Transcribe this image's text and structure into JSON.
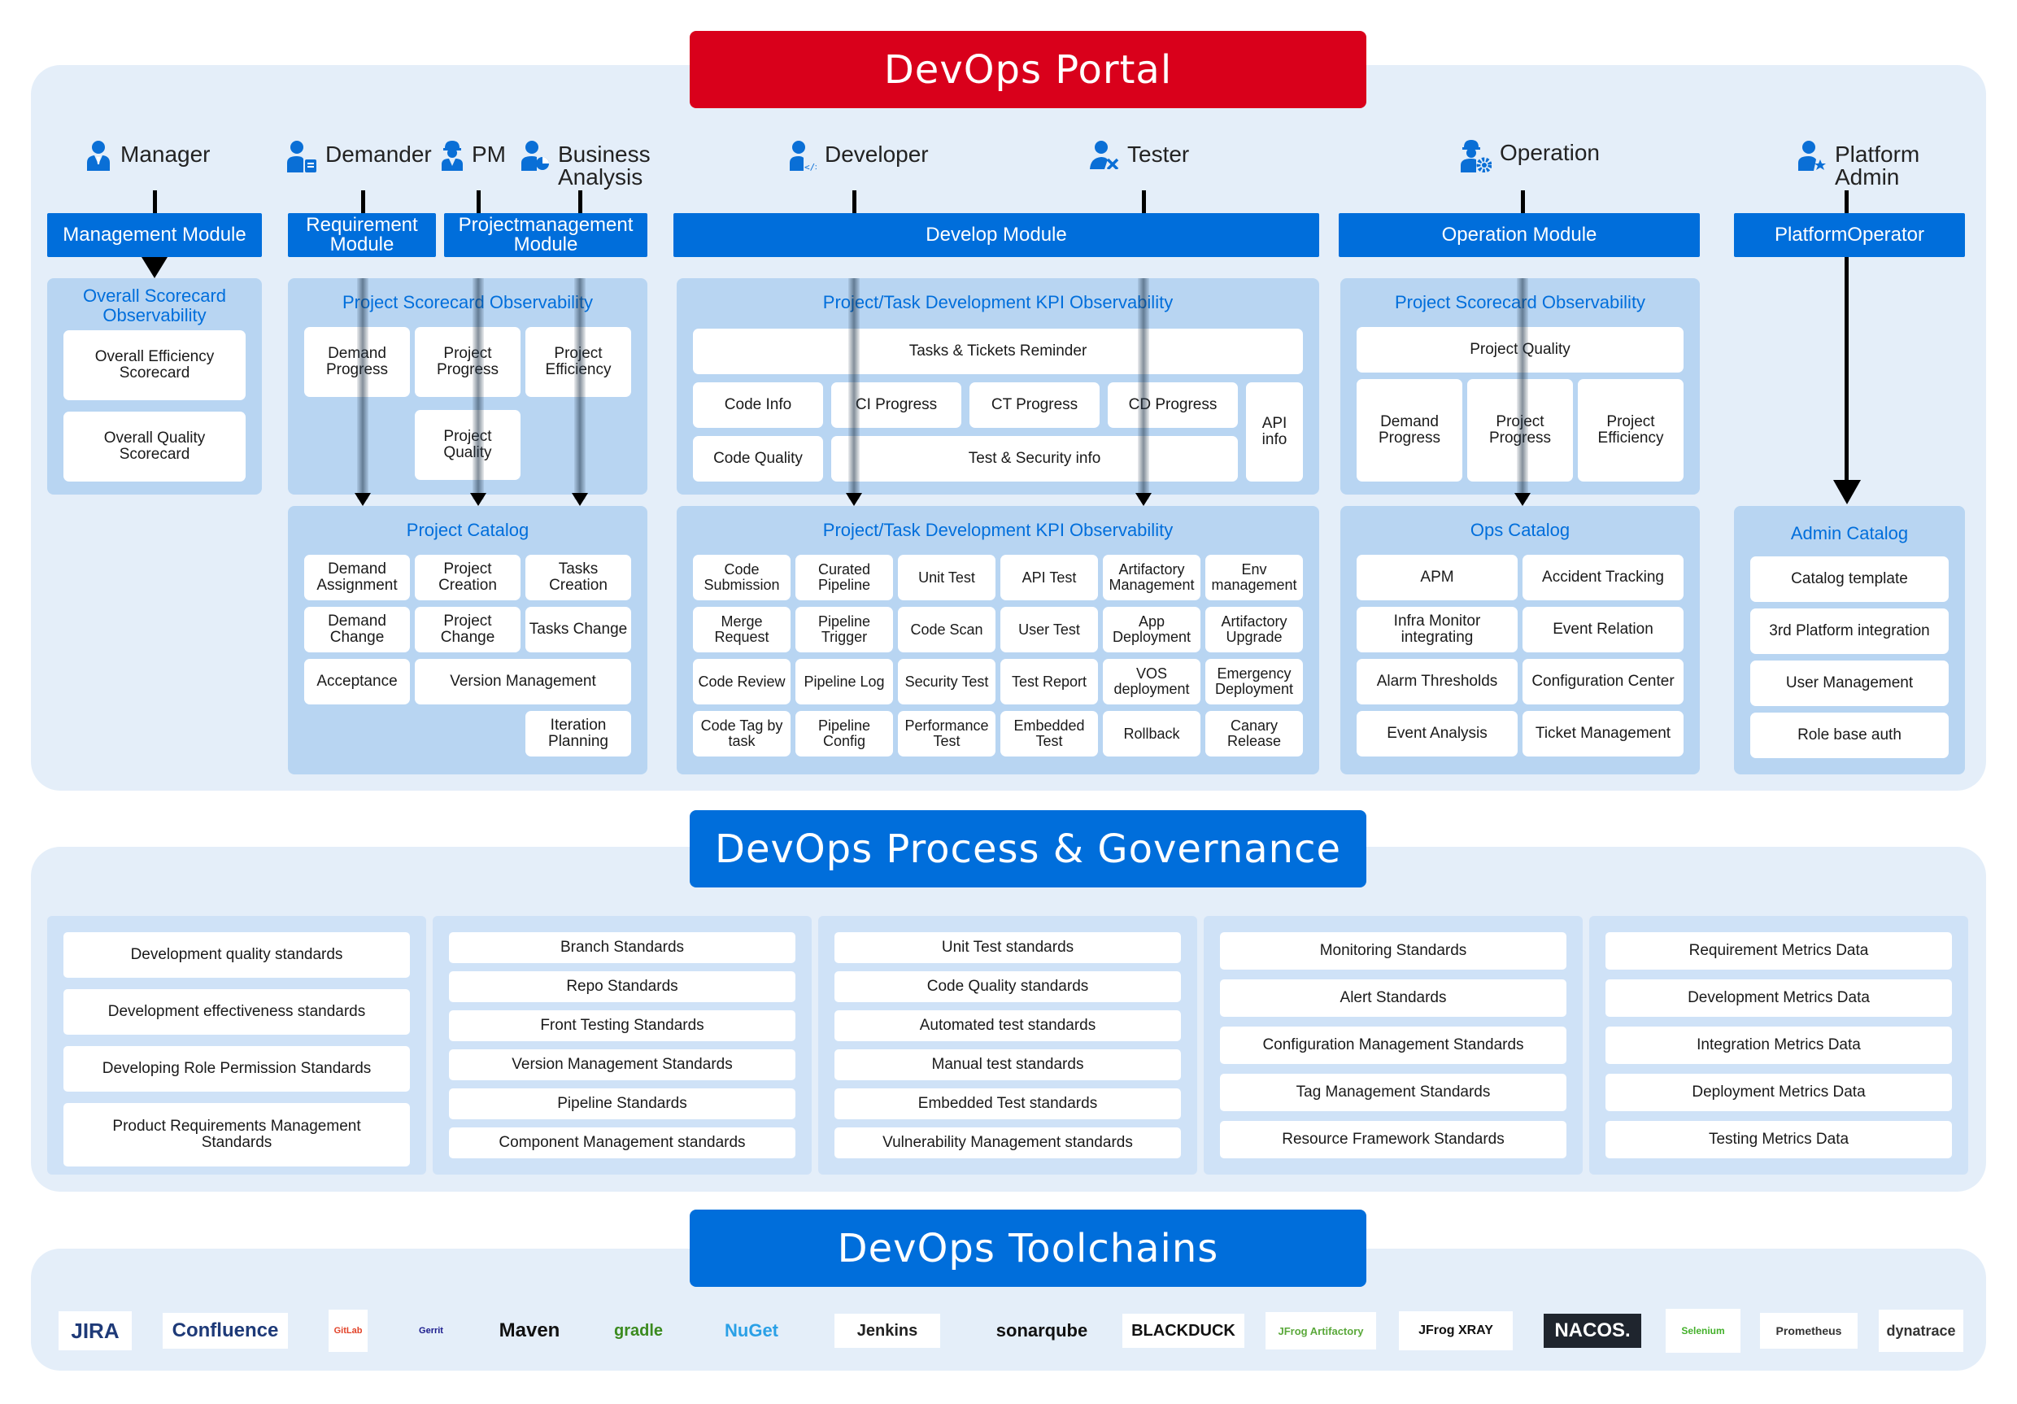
{
  "portal": {
    "title": "DevOps Portal",
    "roles": [
      {
        "id": "manager",
        "label": "Manager",
        "icon": "manager-icon"
      },
      {
        "id": "demander",
        "label": "Demander",
        "icon": "demander-icon"
      },
      {
        "id": "pm",
        "label": "PM",
        "icon": "pm-icon"
      },
      {
        "id": "business-analysis",
        "label": "Business Analysis",
        "icon": "business-analysis-icon"
      },
      {
        "id": "developer",
        "label": "Developer",
        "icon": "developer-icon"
      },
      {
        "id": "tester",
        "label": "Tester",
        "icon": "tester-icon"
      },
      {
        "id": "operation",
        "label": "Operation",
        "icon": "operation-icon"
      },
      {
        "id": "platform-admin",
        "label": "Platform Admin",
        "icon": "platform-admin-icon"
      }
    ],
    "modules": {
      "management": "Management Module",
      "requirement": "Requirement Module",
      "projectmanagement": "Projectmanagement Module",
      "develop": "Develop Module",
      "operation": "Operation Module",
      "platform": "PlatformOperator"
    },
    "overall_scorecard": {
      "title": "Overall Scorecard Observability",
      "items": [
        "Overall Efficiency Scorecard",
        "Overall Quality Scorecard"
      ]
    },
    "project_scorecard": {
      "title": "Project Scorecard Observability",
      "items": [
        "Demand Progress",
        "Project Progress",
        "Project Efficiency",
        "Project Quality"
      ]
    },
    "project_catalog": {
      "title": "Project Catalog",
      "items": [
        "Demand Assignment",
        "Project Creation",
        "Tasks Creation",
        "Demand Change",
        "Project Change",
        "Tasks Change",
        "Acceptance",
        "Version Management",
        "Iteration Planning"
      ]
    },
    "dev_kpi": {
      "title": "Project/Task Development KPI Observability",
      "reminder": "Tasks & Tickets Reminder",
      "items": [
        "Code Info",
        "CI Progress",
        "CT Progress",
        "CD Progress",
        "API info",
        "Code Quality",
        "Test & Security info"
      ]
    },
    "dev_catalog": {
      "title": "Project/Task Development KPI Observability",
      "rows": [
        [
          "Code Submission",
          "Curated Pipeline",
          "Unit Test",
          "API Test",
          "Artifactory Management",
          "Env management"
        ],
        [
          "Merge Request",
          "Pipeline Trigger",
          "Code Scan",
          "User Test",
          "App Deployment",
          "Artifactory Upgrade"
        ],
        [
          "Code Review",
          "Pipeline Log",
          "Security Test",
          "Test Report",
          "VOS deployment",
          "Emergency Deployment"
        ],
        [
          "Code Tag by task",
          "Pipeline Config",
          "Performance Test",
          "Embedded Test",
          "Rollback",
          "Canary Release"
        ]
      ]
    },
    "ops_scorecard": {
      "title": "Project Scorecard Observability",
      "top": "Project Quality",
      "items": [
        "Demand Progress",
        "Project Progress",
        "Project Efficiency"
      ]
    },
    "ops_catalog": {
      "title": "Ops Catalog",
      "items": [
        "APM",
        "Accident Tracking",
        "Infra Monitor integrating",
        "Event Relation",
        "Alarm Thresholds",
        "Configuration Center",
        "Event Analysis",
        "Ticket Management"
      ]
    },
    "admin_catalog": {
      "title": "Admin Catalog",
      "items": [
        "Catalog template",
        "3rd Platform integration",
        "User Management",
        "Role base auth"
      ]
    }
  },
  "governance": {
    "title": "DevOps Process & Governance",
    "columns": [
      [
        "Development quality standards",
        "Development effectiveness standards",
        "Developing Role Permission Standards",
        "Product Requirements Management Standards"
      ],
      [
        "Branch Standards",
        "Repo Standards",
        "Front Testing Standards",
        "Version Management Standards",
        "Pipeline Standards",
        "Component Management standards"
      ],
      [
        "Unit Test standards",
        "Code Quality standards",
        "Automated test standards",
        "Manual test standards",
        "Embedded Test standards",
        "Vulnerability Management standards"
      ],
      [
        "Monitoring Standards",
        "Alert Standards",
        "Configuration Management Standards",
        "Tag Management Standards",
        "Resource Framework Standards"
      ],
      [
        "Requirement Metrics Data",
        "Development Metrics Data",
        "Integration Metrics Data",
        "Deployment Metrics Data",
        "Testing Metrics Data"
      ]
    ]
  },
  "toolchains": {
    "title": "DevOps Toolchains",
    "tools": [
      {
        "name": "JIRA",
        "color": "#1e3a78"
      },
      {
        "name": "Confluence",
        "color": "#1e3a78"
      },
      {
        "name": "GitLab",
        "color": "#e24329"
      },
      {
        "name": "Gerrit",
        "color": "#1a1a8c"
      },
      {
        "name": "Maven",
        "color": "#111111"
      },
      {
        "name": "gradle",
        "color": "#3b8a1f"
      },
      {
        "name": "NuGet",
        "color": "#2aa0e6"
      },
      {
        "name": "Jenkins",
        "color": "#222222"
      },
      {
        "name": "sonarqube",
        "color": "#111111"
      },
      {
        "name": "BLACKDUCK",
        "color": "#111111"
      },
      {
        "name": "JFrog Artifactory",
        "color": "#5aa83a"
      },
      {
        "name": "JFrog XRAY",
        "color": "#111111"
      },
      {
        "name": "NACOS.",
        "color": "#ffffff"
      },
      {
        "name": "Selenium",
        "color": "#43b02a"
      },
      {
        "name": "Prometheus",
        "color": "#333333"
      },
      {
        "name": "dynatrace",
        "color": "#333333"
      }
    ]
  },
  "colors": {
    "portal_red": "#d9001b",
    "brand_blue": "#006edb",
    "panel_bg": "#e4eef9",
    "group_bg": "#b8d5f2"
  }
}
